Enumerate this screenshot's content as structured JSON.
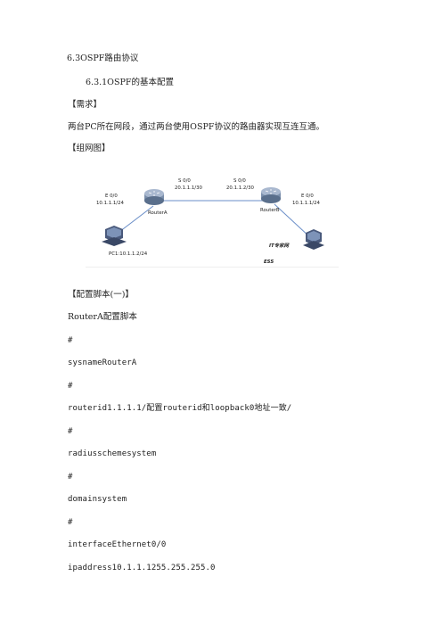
{
  "document": {
    "section_heading": "6.3OSPF路由协议",
    "subsection_heading": "6.3.1OSPF的基本配置",
    "requirement_label": "【需求】",
    "requirement_text": "两台PC所在网段，通过两台使用OSPF协议的路由器实现互连互通。",
    "topology_label": "【组网图】",
    "config_label": "【配置脚本(一)】",
    "config_title": "RouterA配置脚本",
    "config_lines": [
      "#",
      "sysnameRouterA",
      "#",
      "routerid1.1.1.1/配置routerid和loopback0地址一致/",
      "#",
      "radiusschemesystem",
      "#",
      "domainsystem",
      "#",
      "interfaceEthernet0/0",
      "ipaddress10.1.1.1255.255.255.0"
    ]
  },
  "diagram": {
    "router_a": {
      "name": "RouterA",
      "eth_port": "E 0/0",
      "eth_ip": "10.1.1.1/24",
      "serial_port": "S 0/0",
      "serial_ip": "20.1.1.1/30"
    },
    "router_b": {
      "name": "RouterB",
      "eth_port": "E 0/0",
      "eth_ip": "10.1.1.1/24",
      "serial_port": "S 0/0",
      "serial_ip": "20.1.1.2/30"
    },
    "pc1": {
      "label": "PC1:10.1.1.2/24"
    },
    "watermark": "IT专家网"
  },
  "colors": {
    "text": "#222222",
    "link": "#6a8ec8",
    "router_body": "#5a6f8c",
    "pc_body": "#4a5a7c",
    "watermark": "#c9d4e6"
  }
}
